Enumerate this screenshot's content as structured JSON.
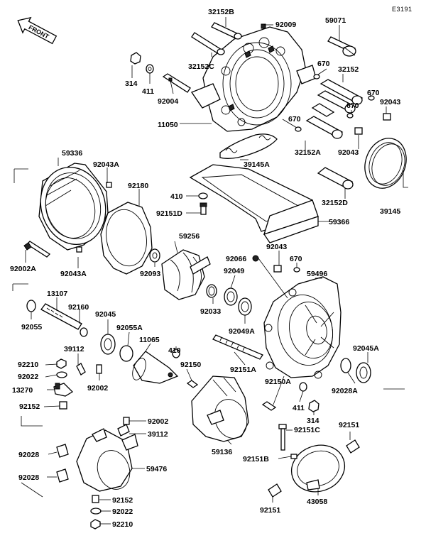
{
  "diagram": {
    "drawing_code": "E3191",
    "front_arrow": "FRONT",
    "labels": [
      {
        "id": "l01",
        "text": "32152B"
      },
      {
        "id": "l02",
        "text": "92009"
      },
      {
        "id": "l03",
        "text": "59071"
      },
      {
        "id": "l04",
        "text": "32152C"
      },
      {
        "id": "l05",
        "text": "314"
      },
      {
        "id": "l06",
        "text": "411"
      },
      {
        "id": "l07",
        "text": "92004"
      },
      {
        "id": "l08",
        "text": "670"
      },
      {
        "id": "l09",
        "text": "32152"
      },
      {
        "id": "l10",
        "text": "670"
      },
      {
        "id": "l11",
        "text": "670"
      },
      {
        "id": "l12",
        "text": "92043"
      },
      {
        "id": "l13",
        "text": "670"
      },
      {
        "id": "l14",
        "text": "11050"
      },
      {
        "id": "l15",
        "text": "92043"
      },
      {
        "id": "l16",
        "text": "32152A"
      },
      {
        "id": "l17",
        "text": "59336"
      },
      {
        "id": "l18",
        "text": "92043A"
      },
      {
        "id": "l19",
        "text": "39145A"
      },
      {
        "id": "l20",
        "text": "92180"
      },
      {
        "id": "l21",
        "text": "39145"
      },
      {
        "id": "l22",
        "text": "410"
      },
      {
        "id": "l23",
        "text": "32152D"
      },
      {
        "id": "l24",
        "text": "92151D"
      },
      {
        "id": "l25",
        "text": "59366"
      },
      {
        "id": "l26",
        "text": "59256"
      },
      {
        "id": "l27",
        "text": "92002A"
      },
      {
        "id": "l28",
        "text": "92043A"
      },
      {
        "id": "l29",
        "text": "92093"
      },
      {
        "id": "l30",
        "text": "92066"
      },
      {
        "id": "l31",
        "text": "92043"
      },
      {
        "id": "l32",
        "text": "670"
      },
      {
        "id": "l33",
        "text": "92049"
      },
      {
        "id": "l34",
        "text": "59496"
      },
      {
        "id": "l35",
        "text": "13107"
      },
      {
        "id": "l36",
        "text": "92160"
      },
      {
        "id": "l37",
        "text": "92045"
      },
      {
        "id": "l38",
        "text": "92033"
      },
      {
        "id": "l39",
        "text": "92049A"
      },
      {
        "id": "l40",
        "text": "92055"
      },
      {
        "id": "l41",
        "text": "92055A"
      },
      {
        "id": "l42",
        "text": "11065"
      },
      {
        "id": "l43",
        "text": "39112"
      },
      {
        "id": "l44",
        "text": "410"
      },
      {
        "id": "l45",
        "text": "92045A"
      },
      {
        "id": "l46",
        "text": "92210"
      },
      {
        "id": "l47",
        "text": "92150"
      },
      {
        "id": "l48",
        "text": "92151A"
      },
      {
        "id": "l49",
        "text": "92022"
      },
      {
        "id": "l50",
        "text": "92002"
      },
      {
        "id": "l51",
        "text": "13270"
      },
      {
        "id": "l52",
        "text": "92150A"
      },
      {
        "id": "l53",
        "text": "92028A"
      },
      {
        "id": "l54",
        "text": "411"
      },
      {
        "id": "l55",
        "text": "314"
      },
      {
        "id": "l56",
        "text": "92152"
      },
      {
        "id": "l57",
        "text": "92002"
      },
      {
        "id": "l58",
        "text": "39112"
      },
      {
        "id": "l59",
        "text": "92151"
      },
      {
        "id": "l60",
        "text": "92151C"
      },
      {
        "id": "l61",
        "text": "92028"
      },
      {
        "id": "l62",
        "text": "59136"
      },
      {
        "id": "l63",
        "text": "92151B"
      },
      {
        "id": "l64",
        "text": "92028"
      },
      {
        "id": "l65",
        "text": "59476"
      },
      {
        "id": "l66",
        "text": "92152"
      },
      {
        "id": "l67",
        "text": "43058"
      },
      {
        "id": "l68",
        "text": "92022"
      },
      {
        "id": "l69",
        "text": "92151"
      },
      {
        "id": "l70",
        "text": "92210"
      }
    ]
  }
}
